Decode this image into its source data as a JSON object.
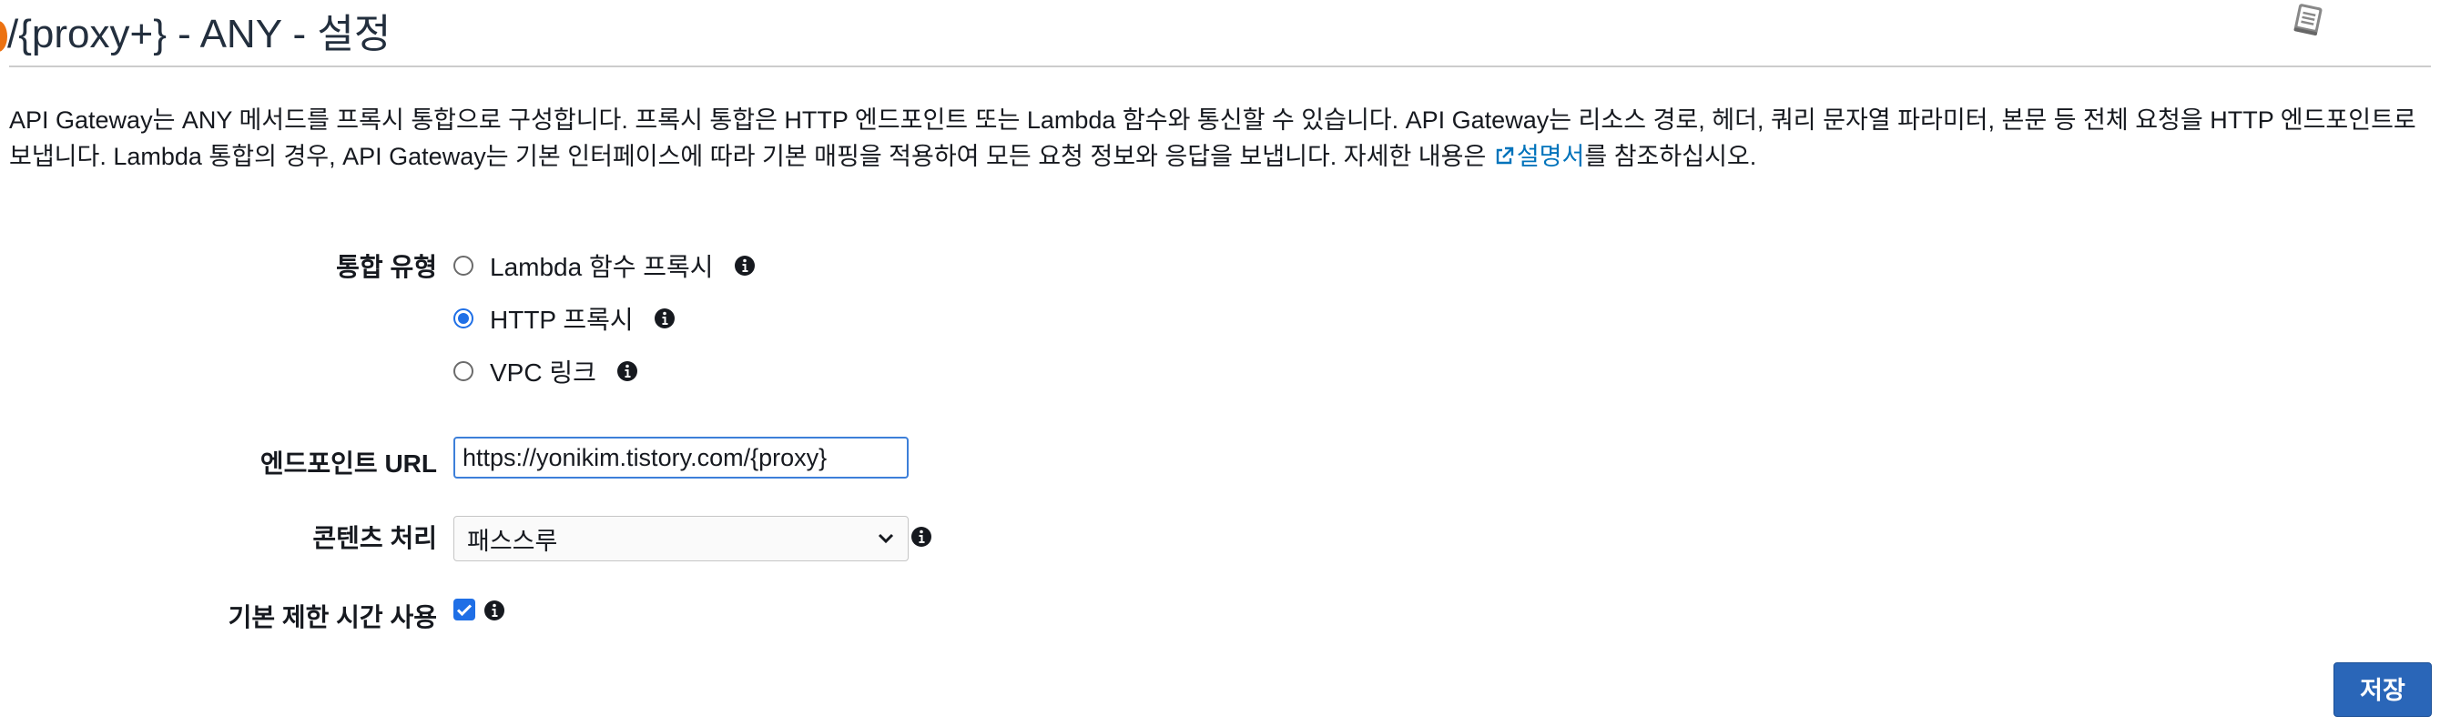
{
  "header": {
    "title": "/{proxy+} - ANY - 설정",
    "doc_icon": "book-icon"
  },
  "description": {
    "text_before_link": "API Gateway는 ANY 메서드를 프록시 통합으로 구성합니다. 프록시 통합은 HTTP 엔드포인트 또는 Lambda 함수와 통신할 수 있습니다. API Gateway는 리소스 경로, 헤더, 쿼리 문자열 파라미터, 본문 등 전체 요청을 HTTP 엔드포인트로 보냅니다. Lambda 통합의 경우, API Gateway는 기본 인터페이스에 따라 기본 매핑을 적용하여 모든 요청 정보와 응답을 보냅니다. 자세한 내용은 ",
    "link_text": "설명서",
    "text_after_link": "를 참조하십시오.",
    "link_icon": "external-link-icon"
  },
  "integration_type": {
    "label": "통합 유형",
    "options": [
      {
        "label": "Lambda 함수 프록시",
        "checked": false
      },
      {
        "label": "HTTP 프록시",
        "checked": true
      },
      {
        "label": "VPC 링크",
        "checked": false
      }
    ]
  },
  "endpoint_url": {
    "label": "엔드포인트 URL",
    "value": "https://yonikim.tistory.com/{proxy}"
  },
  "content_handling": {
    "label": "콘텐츠 처리",
    "selected": "패스스루"
  },
  "default_timeout": {
    "label": "기본 제한 시간 사용",
    "checked": true
  },
  "actions": {
    "save_label": "저장"
  },
  "colors": {
    "accent": "#1f6fe6",
    "link": "#0073bb",
    "brand_orange": "#ec7211",
    "button": "#2a66b8"
  }
}
